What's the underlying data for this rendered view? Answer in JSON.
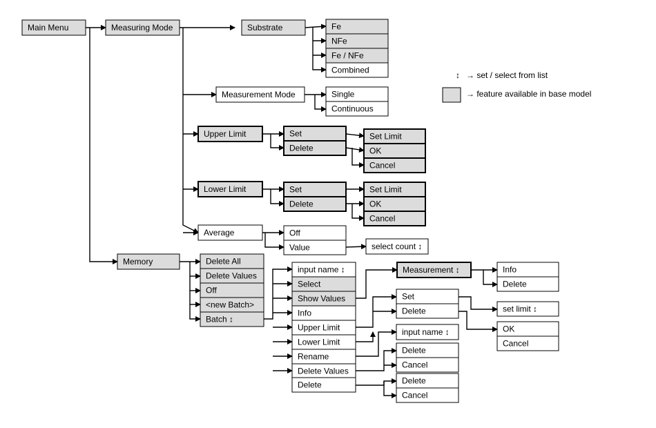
{
  "nodes": {
    "main_menu": {
      "label": "Main Menu",
      "base": true
    },
    "measuring_mode": {
      "label": "Measuring Mode",
      "base": true
    },
    "substrate": {
      "label": "Substrate",
      "base": true
    },
    "fe": {
      "label": "Fe",
      "base": true
    },
    "nfe": {
      "label": "NFe",
      "base": true
    },
    "fe_nfe": {
      "label": "Fe / NFe",
      "base": true
    },
    "combined": {
      "label": "Combined",
      "base": false
    },
    "measurement_mode": {
      "label": "Measurement Mode",
      "base": false
    },
    "single": {
      "label": "Single",
      "base": false
    },
    "continuous": {
      "label": "Continuous",
      "base": false
    },
    "upper_limit": {
      "label": "Upper Limit",
      "base": true
    },
    "ul_set": {
      "label": "Set",
      "base": true
    },
    "ul_delete": {
      "label": "Delete",
      "base": true
    },
    "ul_set_limit": {
      "label": "Set Limit",
      "base": true
    },
    "ul_ok": {
      "label": "OK",
      "base": true
    },
    "ul_cancel": {
      "label": "Cancel",
      "base": true
    },
    "lower_limit": {
      "label": "Lower Limit",
      "base": true
    },
    "ll_set": {
      "label": "Set",
      "base": true
    },
    "ll_delete": {
      "label": "Delete",
      "base": true
    },
    "ll_set_limit": {
      "label": "Set Limit",
      "base": true
    },
    "ll_ok": {
      "label": "OK",
      "base": true
    },
    "ll_cancel": {
      "label": "Cancel",
      "base": true
    },
    "average": {
      "label": "Average",
      "base": false
    },
    "avg_off": {
      "label": "Off",
      "base": false
    },
    "avg_value": {
      "label": "Value",
      "base": false
    },
    "select_count": {
      "label": "select count ↕",
      "base": false
    },
    "memory": {
      "label": "Memory",
      "base": true
    },
    "delete_all": {
      "label": "Delete All",
      "base": true
    },
    "delete_values": {
      "label": "Delete Values",
      "base": true
    },
    "mem_off": {
      "label": "Off",
      "base": true
    },
    "new_batch": {
      "label": "<new Batch>",
      "base": true
    },
    "batch": {
      "label": "Batch ↕",
      "base": true
    },
    "input_name": {
      "label": "input name ↕",
      "base": false
    },
    "select": {
      "label": "Select",
      "base": true
    },
    "show_values": {
      "label": "Show Values",
      "base": true
    },
    "info": {
      "label": "Info",
      "base": false
    },
    "b_upper_limit": {
      "label": "Upper Limit",
      "base": false
    },
    "b_lower_limit": {
      "label": "Lower Limit",
      "base": false
    },
    "rename": {
      "label": "Rename",
      "base": false
    },
    "b_delete_values": {
      "label": "Delete Values",
      "base": false
    },
    "b_delete": {
      "label": "Delete",
      "base": false
    },
    "measurement": {
      "label": "Measurement ↕",
      "base": true
    },
    "m_info": {
      "label": "Info",
      "base": false
    },
    "m_delete": {
      "label": "Delete",
      "base": false
    },
    "lim_set": {
      "label": "Set",
      "base": false
    },
    "lim_delete": {
      "label": "Delete",
      "base": false
    },
    "set_limit_sel": {
      "label": "set limit ↕",
      "base": false
    },
    "lim_ok": {
      "label": "OK",
      "base": false
    },
    "lim_cancel": {
      "label": "Cancel",
      "base": false
    },
    "input_name2": {
      "label": "input name ↕",
      "base": false
    },
    "dv_delete": {
      "label": "Delete",
      "base": false
    },
    "dv_cancel": {
      "label": "Cancel",
      "base": false
    },
    "d_delete": {
      "label": "Delete",
      "base": false
    },
    "d_cancel": {
      "label": "Cancel",
      "base": false
    }
  },
  "legend": {
    "arrow_symbol": "↕",
    "arrow_text": "→ set / select from list",
    "base_text": "→ feature available in base model"
  },
  "colors": {
    "base_fill": "#dcdcdc",
    "plain_fill": "#ffffff",
    "line": "#000000"
  }
}
